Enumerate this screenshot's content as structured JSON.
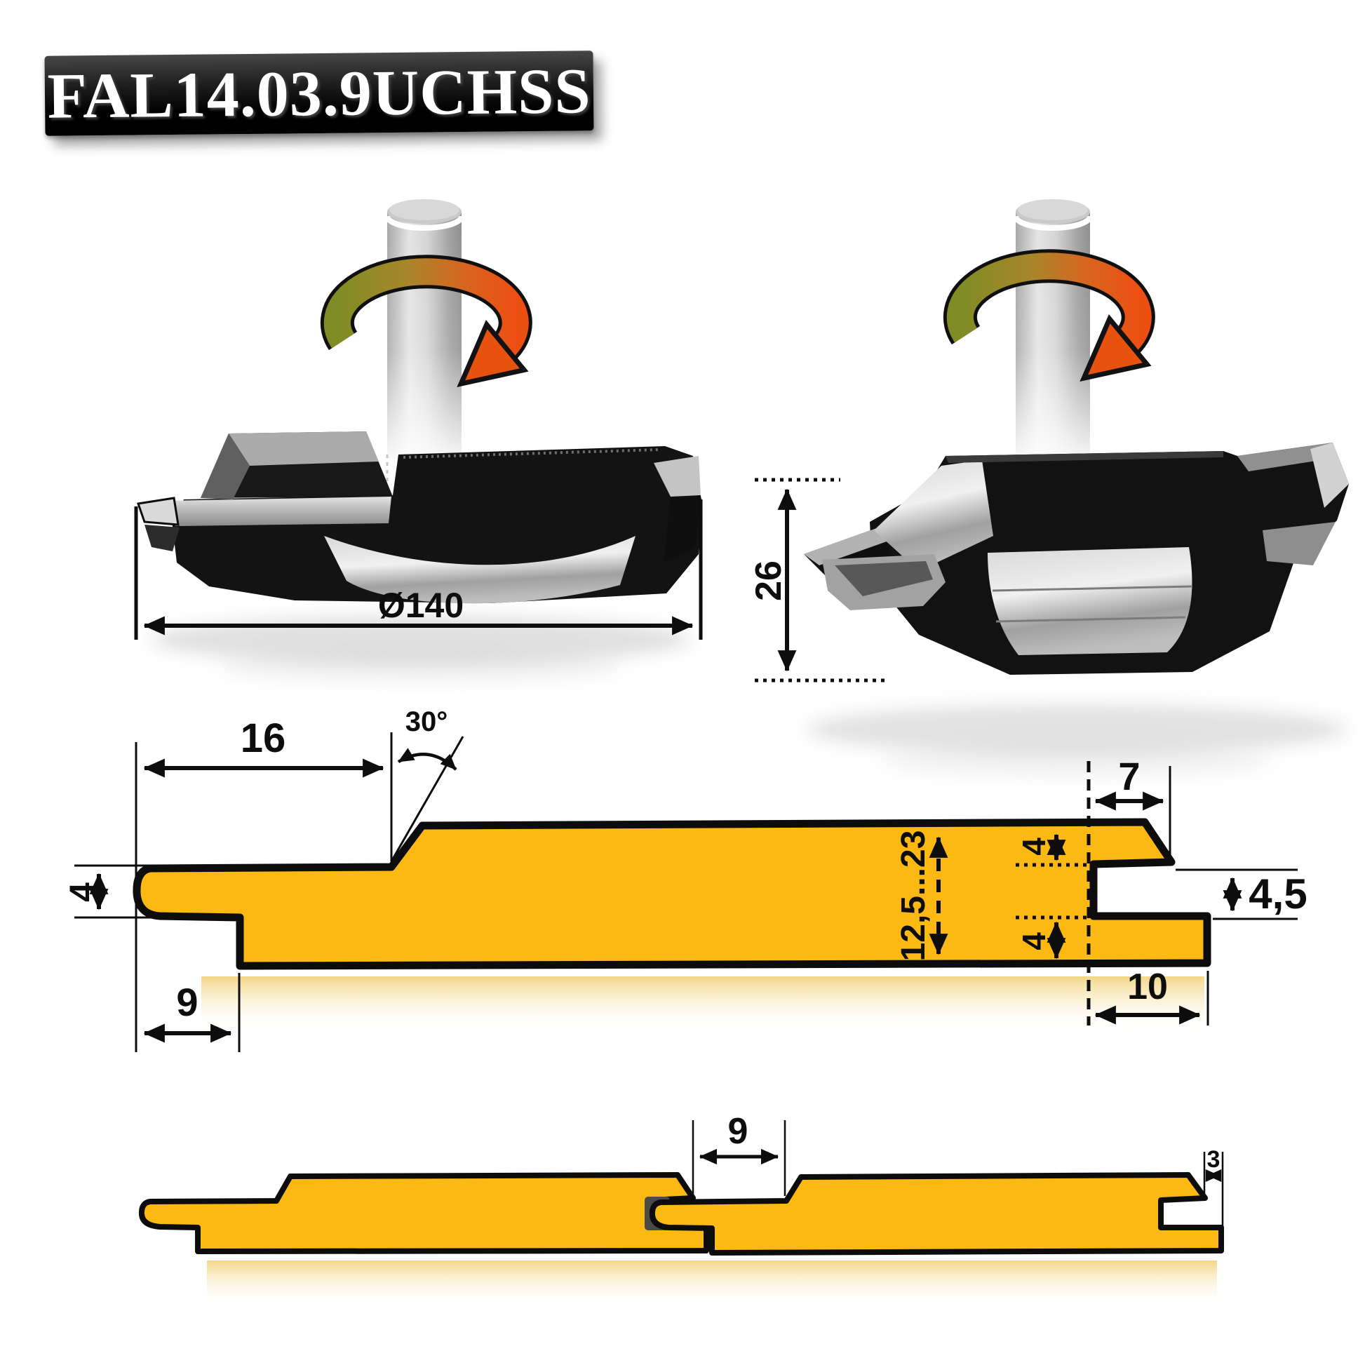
{
  "title": {
    "model": "FAL14.03.9UCHSS"
  },
  "colors": {
    "board_yellow": "#FCB813",
    "outline_black": "#0D0D0D",
    "rotation_gradient_green": "#7F8C25",
    "rotation_gradient_orange": "#EC4F12",
    "steel_gray": "#C0C0C0"
  },
  "cutter_views": {
    "left": {
      "diameter_label": "Ø140"
    },
    "right": {
      "height_label": "26"
    }
  },
  "profile_drawing": {
    "dims": {
      "tongue_length": "16",
      "chamfer_angle": "30°",
      "tongue_thickness": "4",
      "tongue_bottom_offset": "9",
      "board_thickness_range": "12,5...23",
      "groove_top_offset": "4",
      "groove_bottom_offset": "4",
      "nose_width": "7",
      "groove_height": "4,5",
      "lip_length": "10"
    }
  },
  "joint_drawing": {
    "dims": {
      "exposed_tongue": "9",
      "edge_gap": "3"
    }
  }
}
